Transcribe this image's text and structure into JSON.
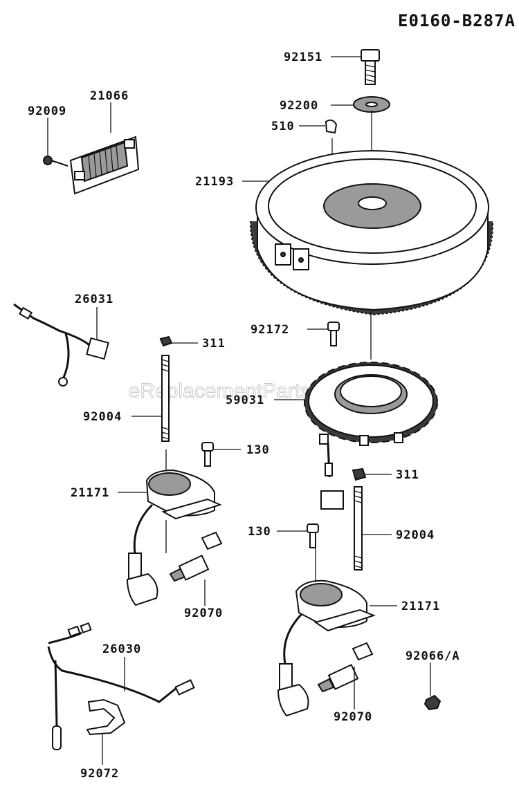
{
  "diagram_code": "E0160-B287A",
  "watermark": "eReplacementParts.com",
  "labels": {
    "p92151": "92151",
    "p92200": "92200",
    "p510": "510",
    "p21193": "21193",
    "p21066": "21066",
    "p92009": "92009",
    "p26031": "26031",
    "p311a": "311",
    "p92172": "92172",
    "p59031": "59031",
    "p92004a": "92004",
    "p130a": "130",
    "p21171a": "21171",
    "p311b": "311",
    "p92004b": "92004",
    "p130b": "130",
    "p92070a": "92070",
    "p21171b": "21171",
    "p26030": "26030",
    "p92066a": "92066/A",
    "p92070b": "92070",
    "p92072": "92072"
  }
}
